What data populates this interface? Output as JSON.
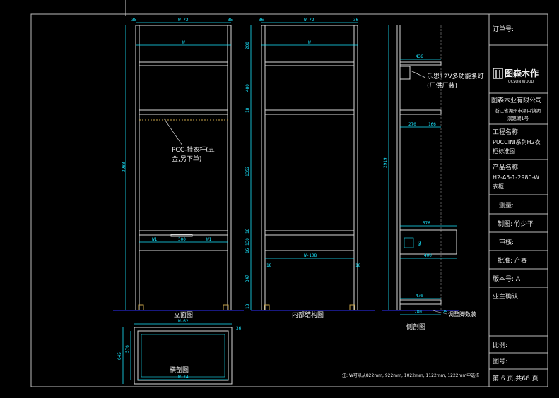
{
  "title_block": {
    "order_no": "订单号:",
    "logo_cn": "图森木作",
    "logo_en": "TUCSON WOOD",
    "company": "图森木业有限公司",
    "address_line1": "浙江省湖州市湖口镇湖",
    "address_line2": "滨路湖1号",
    "project_label": "工程名称:",
    "project_line1": "PUCCINI系列H2衣",
    "project_line2": "柜标准图",
    "product_label": "产品名称:",
    "product_line1": "H2-A5-1-2980-W",
    "product_line2": "衣柜",
    "survey": "测量:",
    "drafter": "制图: 竹少平",
    "reviewer": "审核:",
    "approver": "批准: 产赛",
    "version": "版本号:   A",
    "owner_confirm": "业主确认:",
    "scale": "比例:",
    "drawing_no": "图号:",
    "page": "第 6 页,共66 页"
  },
  "views": {
    "front": "立面图",
    "internal": "内部结构图",
    "side": "侧剖图",
    "plan": "横剖图"
  },
  "annotations": {
    "led": "乐思12V多功能条灯",
    "led_note": "(厂供厂装)",
    "rail_line1": "PCC-挂衣杆(五",
    "rail_line2": "金,另下单)",
    "adjustable_feet": "调整脚数装",
    "note": "注: W可以从822mm, 922mm, 1022mm, 1122mm, 1222mm中选择"
  },
  "dims": {
    "front_top": "W-72",
    "front_w": "W",
    "front_left": "35",
    "front_right": "35",
    "front_height": "2980",
    "front_mid_a": "W1",
    "front_mid_b": "300",
    "front_mid_c": "W1",
    "int_top": "W-72",
    "int_w": "W",
    "int_left": "36",
    "int_right": "36",
    "int_bottom": "W-108",
    "int_foot_l": "18",
    "int_foot_r": "18",
    "v_1": "200",
    "v_2": "480",
    "v_3": "18",
    "v_4": "1352",
    "v_5": "18",
    "v_6": "130",
    "v_7": "16",
    "v_8": "347",
    "v_9": "18",
    "side_h": "2919",
    "side_top": "436",
    "side_mid_a": "270",
    "side_mid_b": "166",
    "side_drawer": "576",
    "side_drawer_h": "400",
    "side_drawer_s": "62",
    "side_bottom": "470",
    "side_base_a": "280",
    "side_base_b": "25",
    "plan_top": "W-62",
    "plan_bottom": "W-74",
    "plan_d1": "645",
    "plan_d2": "576",
    "plan_side": "36"
  }
}
